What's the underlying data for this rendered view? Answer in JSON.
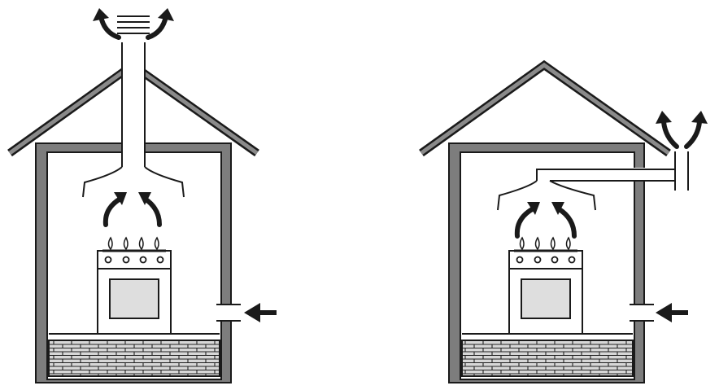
{
  "diagram": {
    "panels": [
      {
        "id": "left",
        "vent_route": "vertical-through-roof"
      },
      {
        "id": "right",
        "vent_route": "horizontal-through-wall"
      }
    ],
    "colors": {
      "line": "#1a1a1a",
      "wall_gray": "#7d7d7d",
      "oven_window": "#dedede",
      "brick_fill": "#d7d7d7",
      "background": "#ffffff"
    },
    "icons": [
      "curved-arrow-icon",
      "intake-arrow-icon",
      "flame-icon",
      "stove-icon",
      "hood-icon",
      "chimney-cap-icon",
      "brick-floor-icon"
    ]
  }
}
